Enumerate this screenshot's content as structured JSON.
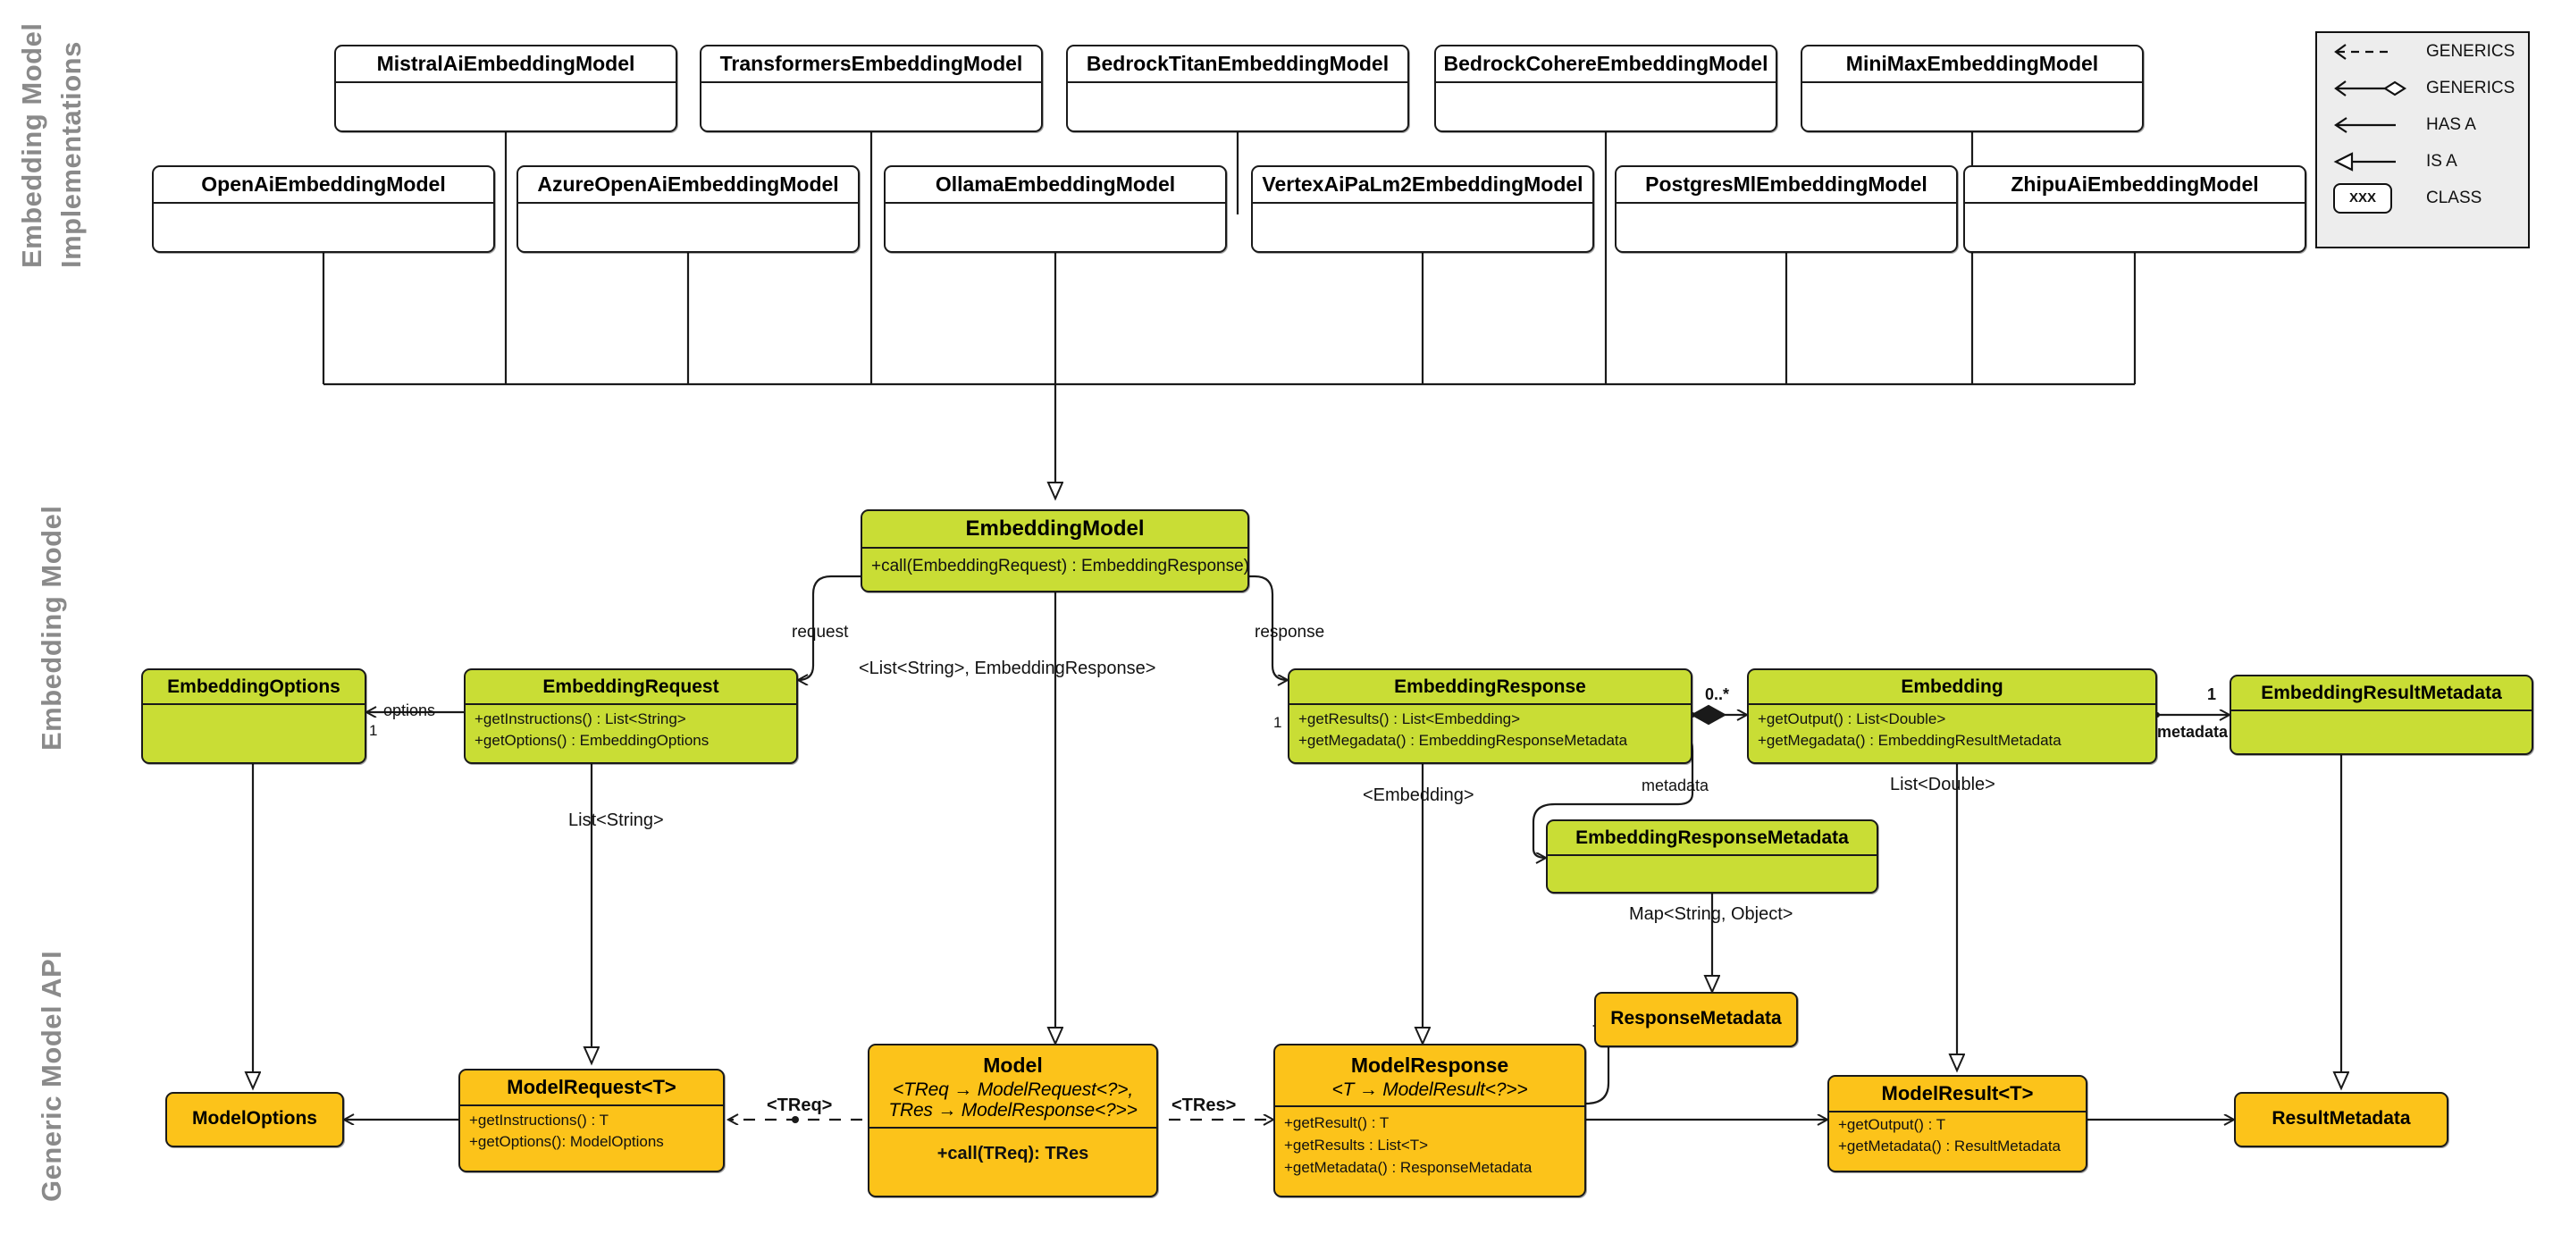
{
  "sections": [
    {
      "id": "impl",
      "label": "Embedding Model\nImplementations"
    },
    {
      "id": "embmodel",
      "label": "Embedding Model"
    },
    {
      "id": "generic",
      "label": "Generic Model API"
    }
  ],
  "section_labels": {
    "implementations_line1": "Embedding Model",
    "implementations_line2": "Implementations",
    "embedding_model": "Embedding Model",
    "generic_model_api": "Generic Model API"
  },
  "legend": {
    "items": [
      {
        "glyph": "dashed-open-arrow-icon",
        "label": "GENERICS"
      },
      {
        "glyph": "diamond-arrow-icon",
        "label": "GENERICS"
      },
      {
        "glyph": "open-arrow-icon",
        "label": "HAS A"
      },
      {
        "glyph": "hollow-triangle-arrow-icon",
        "label": "IS A"
      },
      {
        "glyph": "class-box-icon",
        "label": "CLASS",
        "box_text": "XXX"
      }
    ]
  },
  "colors": {
    "green": "#c9dd35",
    "orange": "#fcc31a",
    "stroke": "#1a1a1a",
    "legend_bg": "#ededed",
    "section_label": "#8a8a8a"
  },
  "implementations": {
    "row1": [
      {
        "name": "MistralAiEmbeddingModel"
      },
      {
        "name": "TransformersEmbeddingModel"
      },
      {
        "name": "BedrockTitanEmbeddingModel"
      },
      {
        "name": "BedrockCohereEmbeddingModel"
      },
      {
        "name": "MiniMaxEmbeddingModel"
      }
    ],
    "row2": [
      {
        "name": "OpenAiEmbeddingModel"
      },
      {
        "name": "AzureOpenAiEmbeddingModel"
      },
      {
        "name": "OllamaEmbeddingModel"
      },
      {
        "name": "VertexAiPaLm2EmbeddingModel"
      },
      {
        "name": "PostgresMlEmbeddingModel"
      },
      {
        "name": "ZhipuAiEmbeddingModel"
      }
    ]
  },
  "classes": {
    "embedding_model": {
      "name": "EmbeddingModel",
      "methods": [
        "+call(EmbeddingRequest) : EmbeddingResponse)"
      ]
    },
    "embedding_options": {
      "name": "EmbeddingOptions",
      "methods": []
    },
    "embedding_request": {
      "name": "EmbeddingRequest",
      "methods": [
        "+getInstructions() : List<String>",
        "+getOptions() : EmbeddingOptions"
      ]
    },
    "embedding_response": {
      "name": "EmbeddingResponse",
      "methods": [
        "+getResults() : List<Embedding>",
        "+getMegadata() : EmbeddingResponseMetadata"
      ]
    },
    "embedding": {
      "name": "Embedding",
      "methods": [
        "+getOutput() : List<Double>",
        "+getMegadata() : EmbeddingResultMetadata"
      ]
    },
    "embedding_result_metadata": {
      "name": "EmbeddingResultMetadata",
      "methods": []
    },
    "embedding_response_metadata": {
      "name": "EmbeddingResponseMetadata",
      "methods": []
    },
    "response_metadata": {
      "name": "ResponseMetadata",
      "methods": []
    },
    "model_options": {
      "name": "ModelOptions",
      "methods": []
    },
    "model_request": {
      "name": "ModelRequest<T>",
      "methods": [
        "+getInstructions() : T",
        "+getOptions(): ModelOptions"
      ]
    },
    "model": {
      "name": "Model",
      "generic_line1": "<TReq → ModelRequest<?>,",
      "generic_line2": "TRes → ModelResponse<?>>",
      "methods": [
        "+call(TReq): TRes"
      ]
    },
    "model_response": {
      "name": "ModelResponse",
      "generic": "<T → ModelResult<?>>",
      "methods": [
        "+getResult() : T",
        "+getResults : List<T>",
        "+getMetadata() : ResponseMetadata"
      ]
    },
    "model_result": {
      "name": "ModelResult<T>",
      "methods": [
        "+getOutput() : T",
        "+getMetadata() : ResultMetadata"
      ]
    },
    "result_metadata": {
      "name": "ResultMetadata",
      "methods": []
    }
  },
  "edge_labels": {
    "request": "request",
    "response": "response",
    "list_string_embeddingresponse": "<List<String>, EmbeddingResponse>",
    "options": "options",
    "options_mult": "1",
    "list_string": "List<String>",
    "response_mult_1": "1",
    "embedding_generic": "<Embedding>",
    "zero_to_many": "0..*",
    "metadata_response": "metadata",
    "metadata_result": "metadata",
    "metadata_result_mult": "1",
    "list_double": "List<Double>",
    "map_string_object": "Map<String, Object>",
    "treq": "<TReq>",
    "tres": "<TRes>"
  }
}
